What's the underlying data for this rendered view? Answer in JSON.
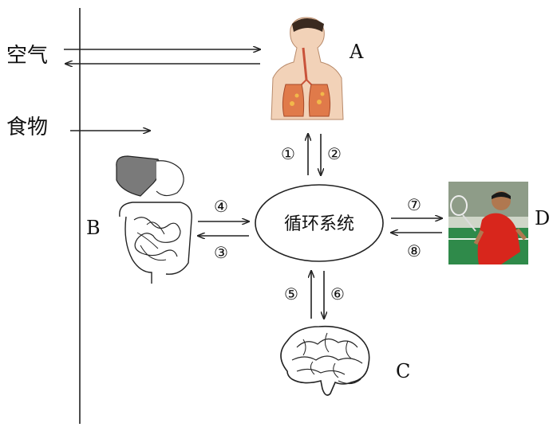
{
  "inputs": {
    "air": "空气",
    "food": "食物"
  },
  "center": {
    "label": "循环系统"
  },
  "organs": {
    "a": {
      "letter": "A",
      "icon": "respiratory-system-icon"
    },
    "b": {
      "letter": "B",
      "icon": "digestive-system-icon"
    },
    "c": {
      "letter": "C",
      "icon": "brain-icon"
    },
    "d": {
      "letter": "D",
      "icon": "badminton-player-photo"
    }
  },
  "arrows": {
    "n1": "①",
    "n2": "②",
    "n3": "③",
    "n4": "④",
    "n5": "⑤",
    "n6": "⑥",
    "n7": "⑦",
    "n8": "⑧"
  },
  "colors": {
    "lung": "#e07a4a",
    "skin": "#f2d2b8",
    "court": "#2f8a4a",
    "shirt": "#d8261c"
  }
}
